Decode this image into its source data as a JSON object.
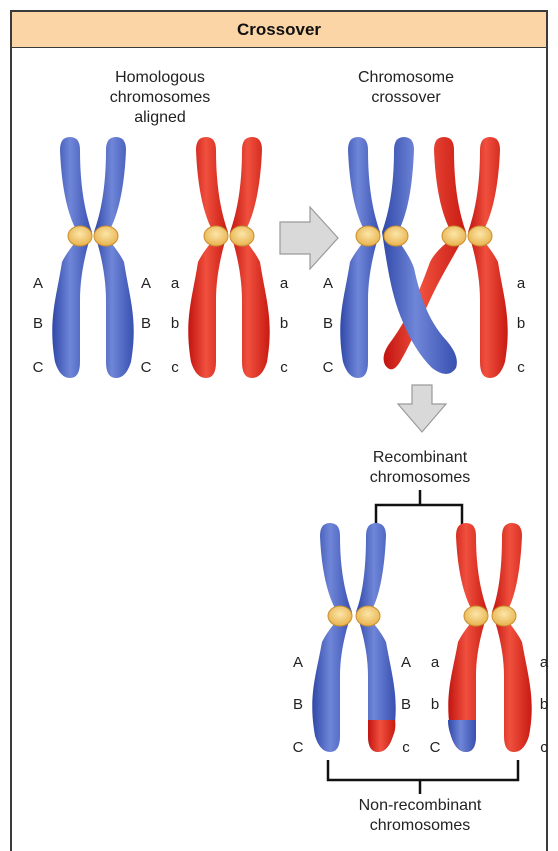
{
  "title": "Crossover",
  "captions": {
    "aligned": [
      "Homologous",
      "chromosomes",
      "aligned"
    ],
    "crossover": [
      "Chromosome",
      "crossover"
    ],
    "recombinant": [
      "Recombinant",
      "chromosomes"
    ],
    "nonrecombinant": [
      "Non-recombinant",
      "chromosomes"
    ]
  },
  "alleles": {
    "upper": [
      "A",
      "B",
      "C"
    ],
    "lower": [
      "a",
      "b",
      "c"
    ]
  },
  "colors": {
    "blue": "#4a63c0",
    "red": "#e0251b",
    "centromere": "#f2c56b",
    "arrow": "#d6d6d6",
    "header": "#fbd5a6"
  }
}
